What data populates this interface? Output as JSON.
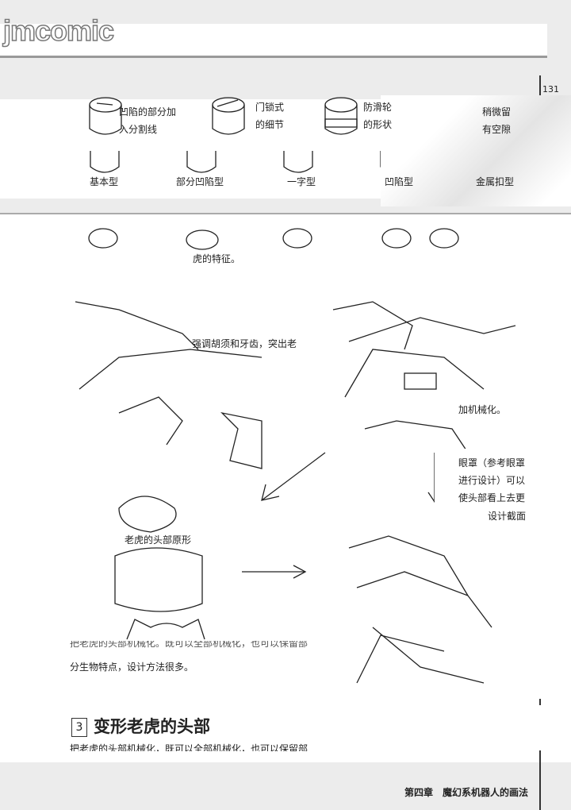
{
  "logo": "jmcomic",
  "page_number": "131",
  "buttons_row": {
    "captions": [
      [
        "凹陷的部分加",
        "入分割线"
      ],
      [
        "门锁式",
        "的细节"
      ],
      [
        "防滑轮",
        "的形状"
      ],
      [
        "稍微留",
        "有空隙"
      ]
    ],
    "types": [
      "基本型",
      "部分凹陷型",
      "一字型",
      "凹陷型",
      "金属扣型"
    ]
  },
  "annotations": {
    "tiger_feature": "虎的特征。",
    "emphasize": "强调胡须和牙齿，突出老",
    "mech": "加机械化。",
    "visor": [
      "眼罩（参考眼罩",
      "进行设计）可以",
      "使头部看上去更"
    ],
    "section": "设计截面",
    "tiger_prototype": "老虎的头部原形"
  },
  "body": {
    "line1": "把老虎的头部机械化。既可以全部机械化，也可以保留部",
    "line2": "分生物特点，设计方法很多。"
  },
  "section": {
    "number": "3",
    "title": "变形老虎的头部",
    "intro": "把老虎的头部机械化，既可以全部机械化，也可以保留部"
  },
  "footer": "第四章　魔幻系机器人的画法"
}
